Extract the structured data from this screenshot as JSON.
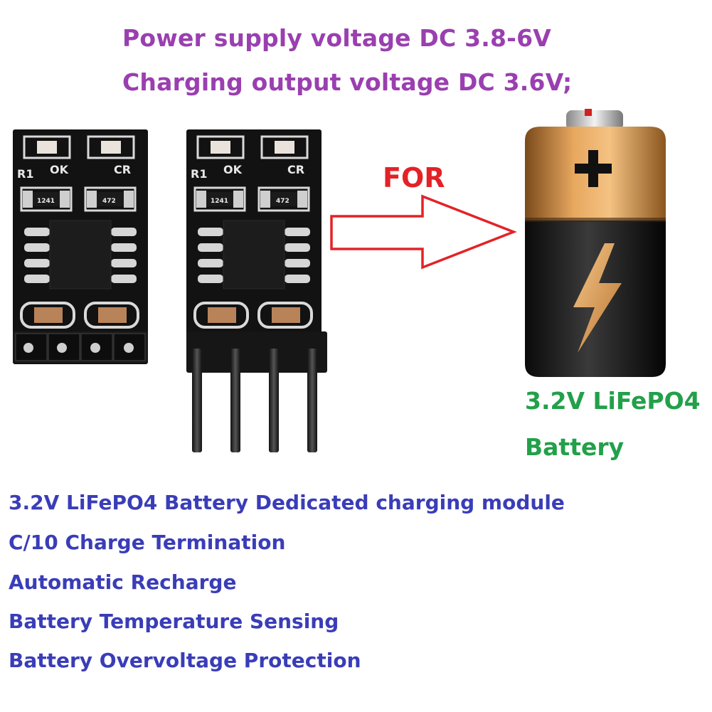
{
  "specs": {
    "supply_voltage": "Power supply voltage DC 3.8-6V",
    "output_voltage": "Charging output voltage DC 3.6V;"
  },
  "arrow_label": "FOR",
  "battery": {
    "line1": "3.2V LiFePO4",
    "line2": "Battery"
  },
  "board": {
    "silk_r1": "R1",
    "silk_ok": "OK",
    "silk_cr": "CR",
    "resistor1_code": "1241",
    "resistor2_code": "472"
  },
  "features": [
    "3.2V LiFePO4 Battery Dedicated charging module",
    "C/10 Charge Termination",
    "Automatic Recharge",
    "Battery Temperature Sensing",
    "Battery Overvoltage Protection"
  ],
  "colors": {
    "spec_text": "#9a3fb0",
    "feature_text": "#3a3db8",
    "battery_label": "#22a04a",
    "for_label": "#e32227",
    "pcb": "#111111",
    "battery_gold": "#d9964a"
  },
  "icons": [
    "right-arrow-icon",
    "battery-icon",
    "lightning-bolt-icon",
    "plus-icon"
  ]
}
